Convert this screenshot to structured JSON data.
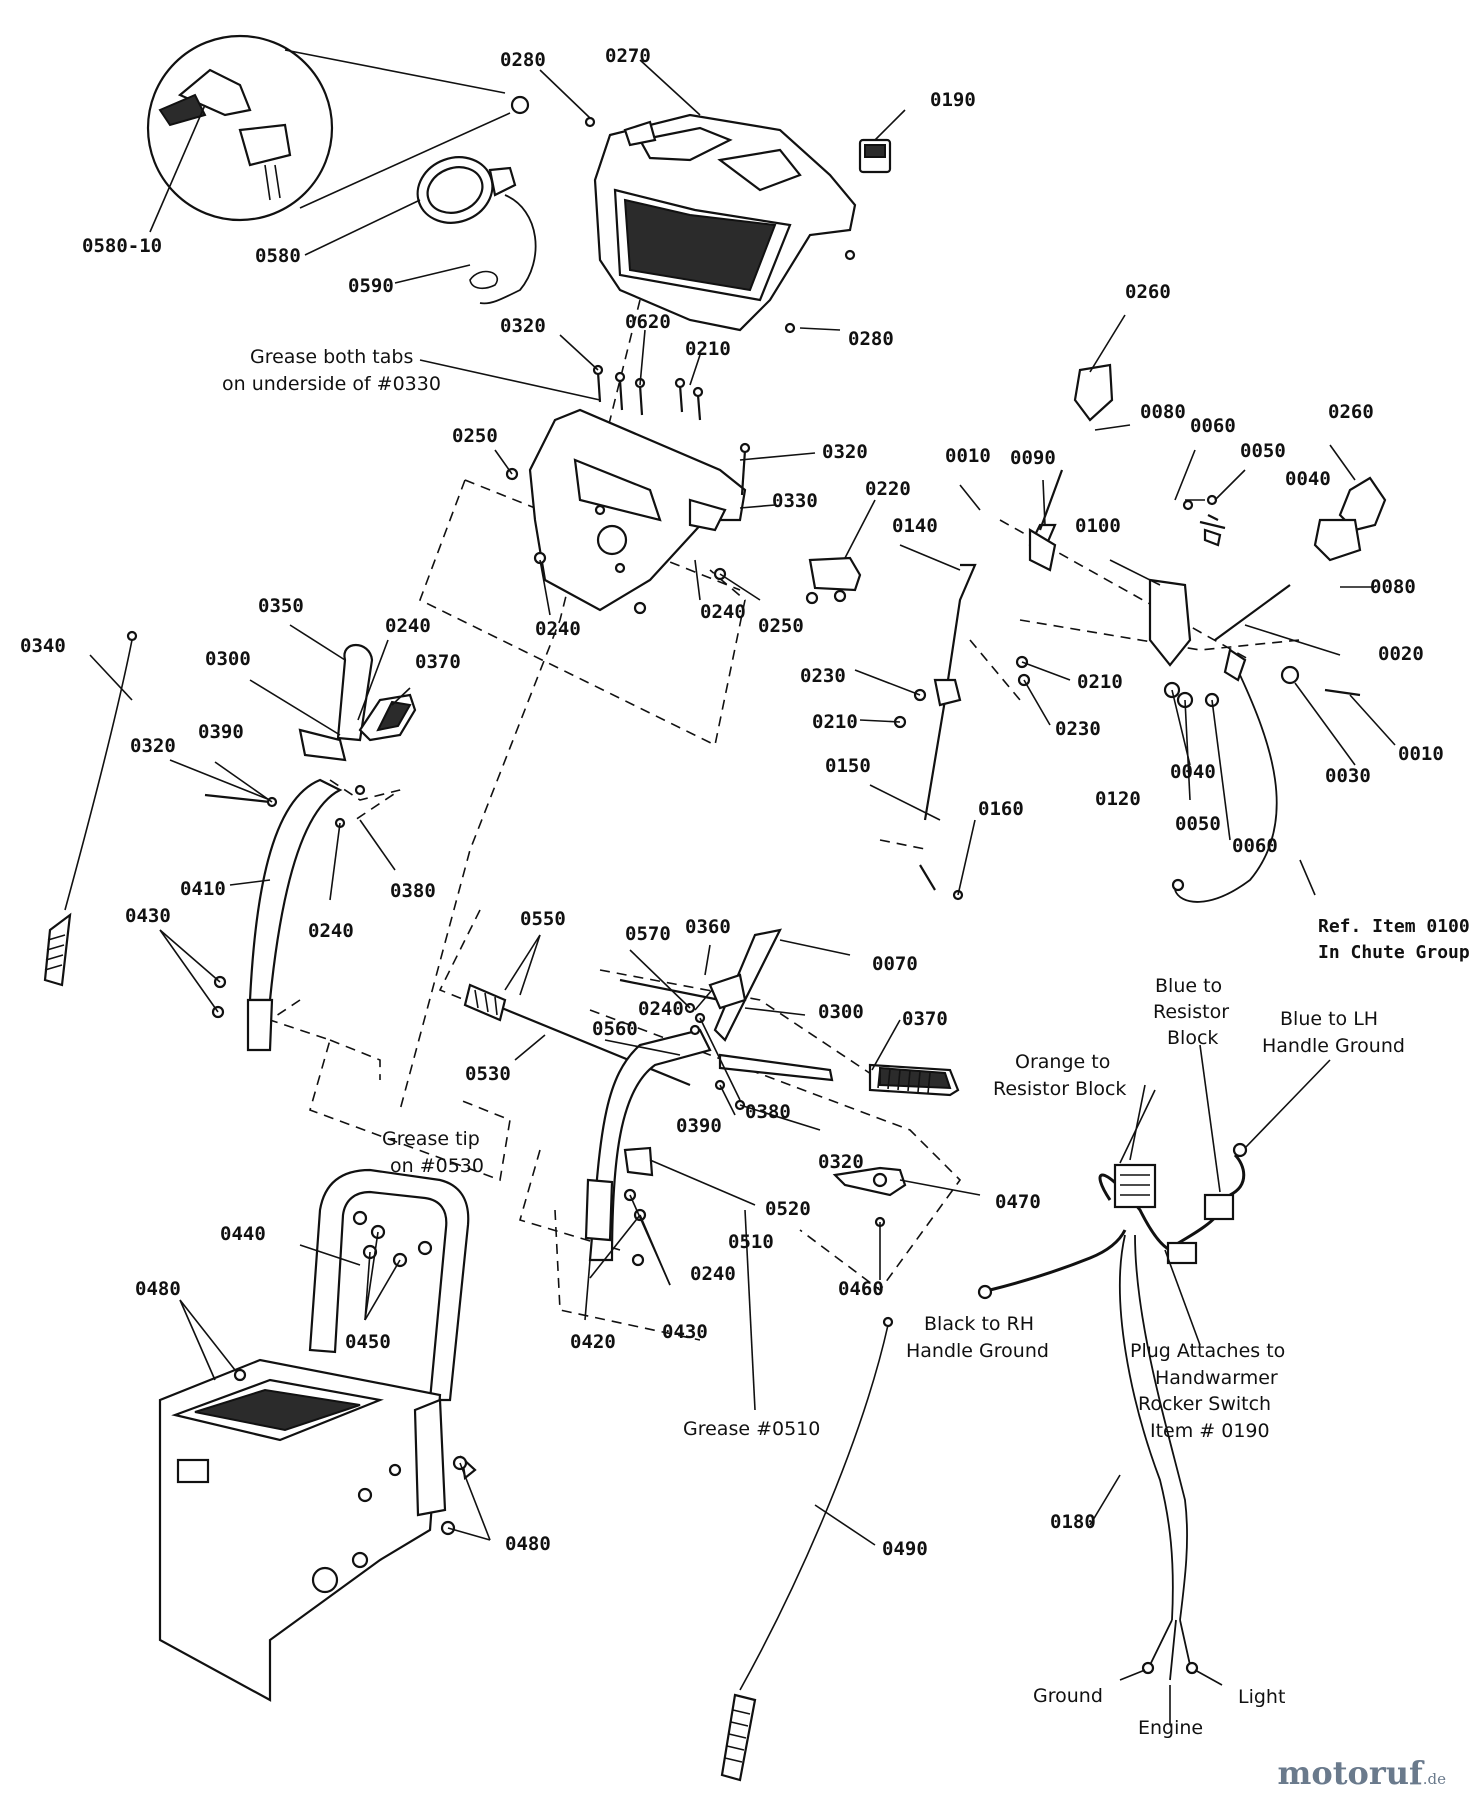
{
  "diagram": {
    "part_labels": {
      "p0280a": "0280",
      "p0270": "0270",
      "p0190": "0190",
      "p0580_10": "0580-10",
      "p0580": "0580",
      "p0590": "0590",
      "p0280b": "0280",
      "p0320a": "0320",
      "p0620": "0620",
      "p0210a": "0210",
      "p0250a": "0250",
      "p0320b": "0320",
      "p0330": "0330",
      "p0220": "0220",
      "p0240a": "0240",
      "p0240b": "0240",
      "p0250b": "0250",
      "p0260a": "0260",
      "p0080a": "0080",
      "p0060a": "0060",
      "p0050a": "0050",
      "p0260b": "0260",
      "p0010a": "0010",
      "p0090": "0090",
      "p0040a": "0040",
      "p0140": "0140",
      "p0100": "0100",
      "p0080b": "0080",
      "p0020": "0020",
      "p0230a": "0230",
      "p0210b": "0210",
      "p0210c": "0210",
      "p0230b": "0230",
      "p0010b": "0010",
      "p0040b": "0040",
      "p0030": "0030",
      "p0120": "0120",
      "p0150": "0150",
      "p0050b": "0050",
      "p0160": "0160",
      "p0060b": "0060",
      "p0350": "0350",
      "p0240c": "0240",
      "p0300a": "0300",
      "p0370a": "0370",
      "p0340": "0340",
      "p0320c": "0320",
      "p0390a": "0390",
      "p0410": "0410",
      "p0380a": "0380",
      "p0240d": "0240",
      "p0430a": "0430",
      "p0550": "0550",
      "p0570": "0570",
      "p0360": "0360",
      "p0070": "0070",
      "p0240e": "0240",
      "p0300b": "0300",
      "p0560": "0560",
      "p0370b": "0370",
      "p0530": "0530",
      "p0390b": "0390",
      "p0380b": "0380",
      "p0320d": "0320",
      "p0520": "0520",
      "p0470": "0470",
      "p0440": "0440",
      "p0510": "0510",
      "p0240f": "0240",
      "p0480a": "0480",
      "p0450": "0450",
      "p0420": "0420",
      "p0430b": "0430",
      "p0460": "0460",
      "p0480b": "0480",
      "p0490": "0490",
      "p0180": "0180"
    },
    "notes": {
      "grease_tabs_1": "Grease both tabs",
      "grease_tabs_2": "on underside of #0330",
      "grease_tip_1": "Grease tip",
      "grease_tip_2": "on #0530",
      "grease_0510": "Grease #0510",
      "ref_item_1": "Ref. Item 0100",
      "ref_item_2": "In Chute Group",
      "blue_resistor_1": "Blue to",
      "blue_resistor_2": "Resistor",
      "blue_resistor_3": "Block",
      "blue_lh_1": "Blue to LH",
      "blue_lh_2": "Handle Ground",
      "orange_1": "Orange to",
      "orange_2": "Resistor Block",
      "black_rh_1": "Black to RH",
      "black_rh_2": "Handle Ground",
      "plug_1": "Plug Attaches to",
      "plug_2": "Handwarmer",
      "plug_3": "Rocker Switch",
      "plug_4": "Item # 0190",
      "ground": "Ground",
      "light": "Light",
      "engine": "Engine"
    },
    "watermark": {
      "brand": "motoruf",
      "tld": ".de"
    }
  }
}
